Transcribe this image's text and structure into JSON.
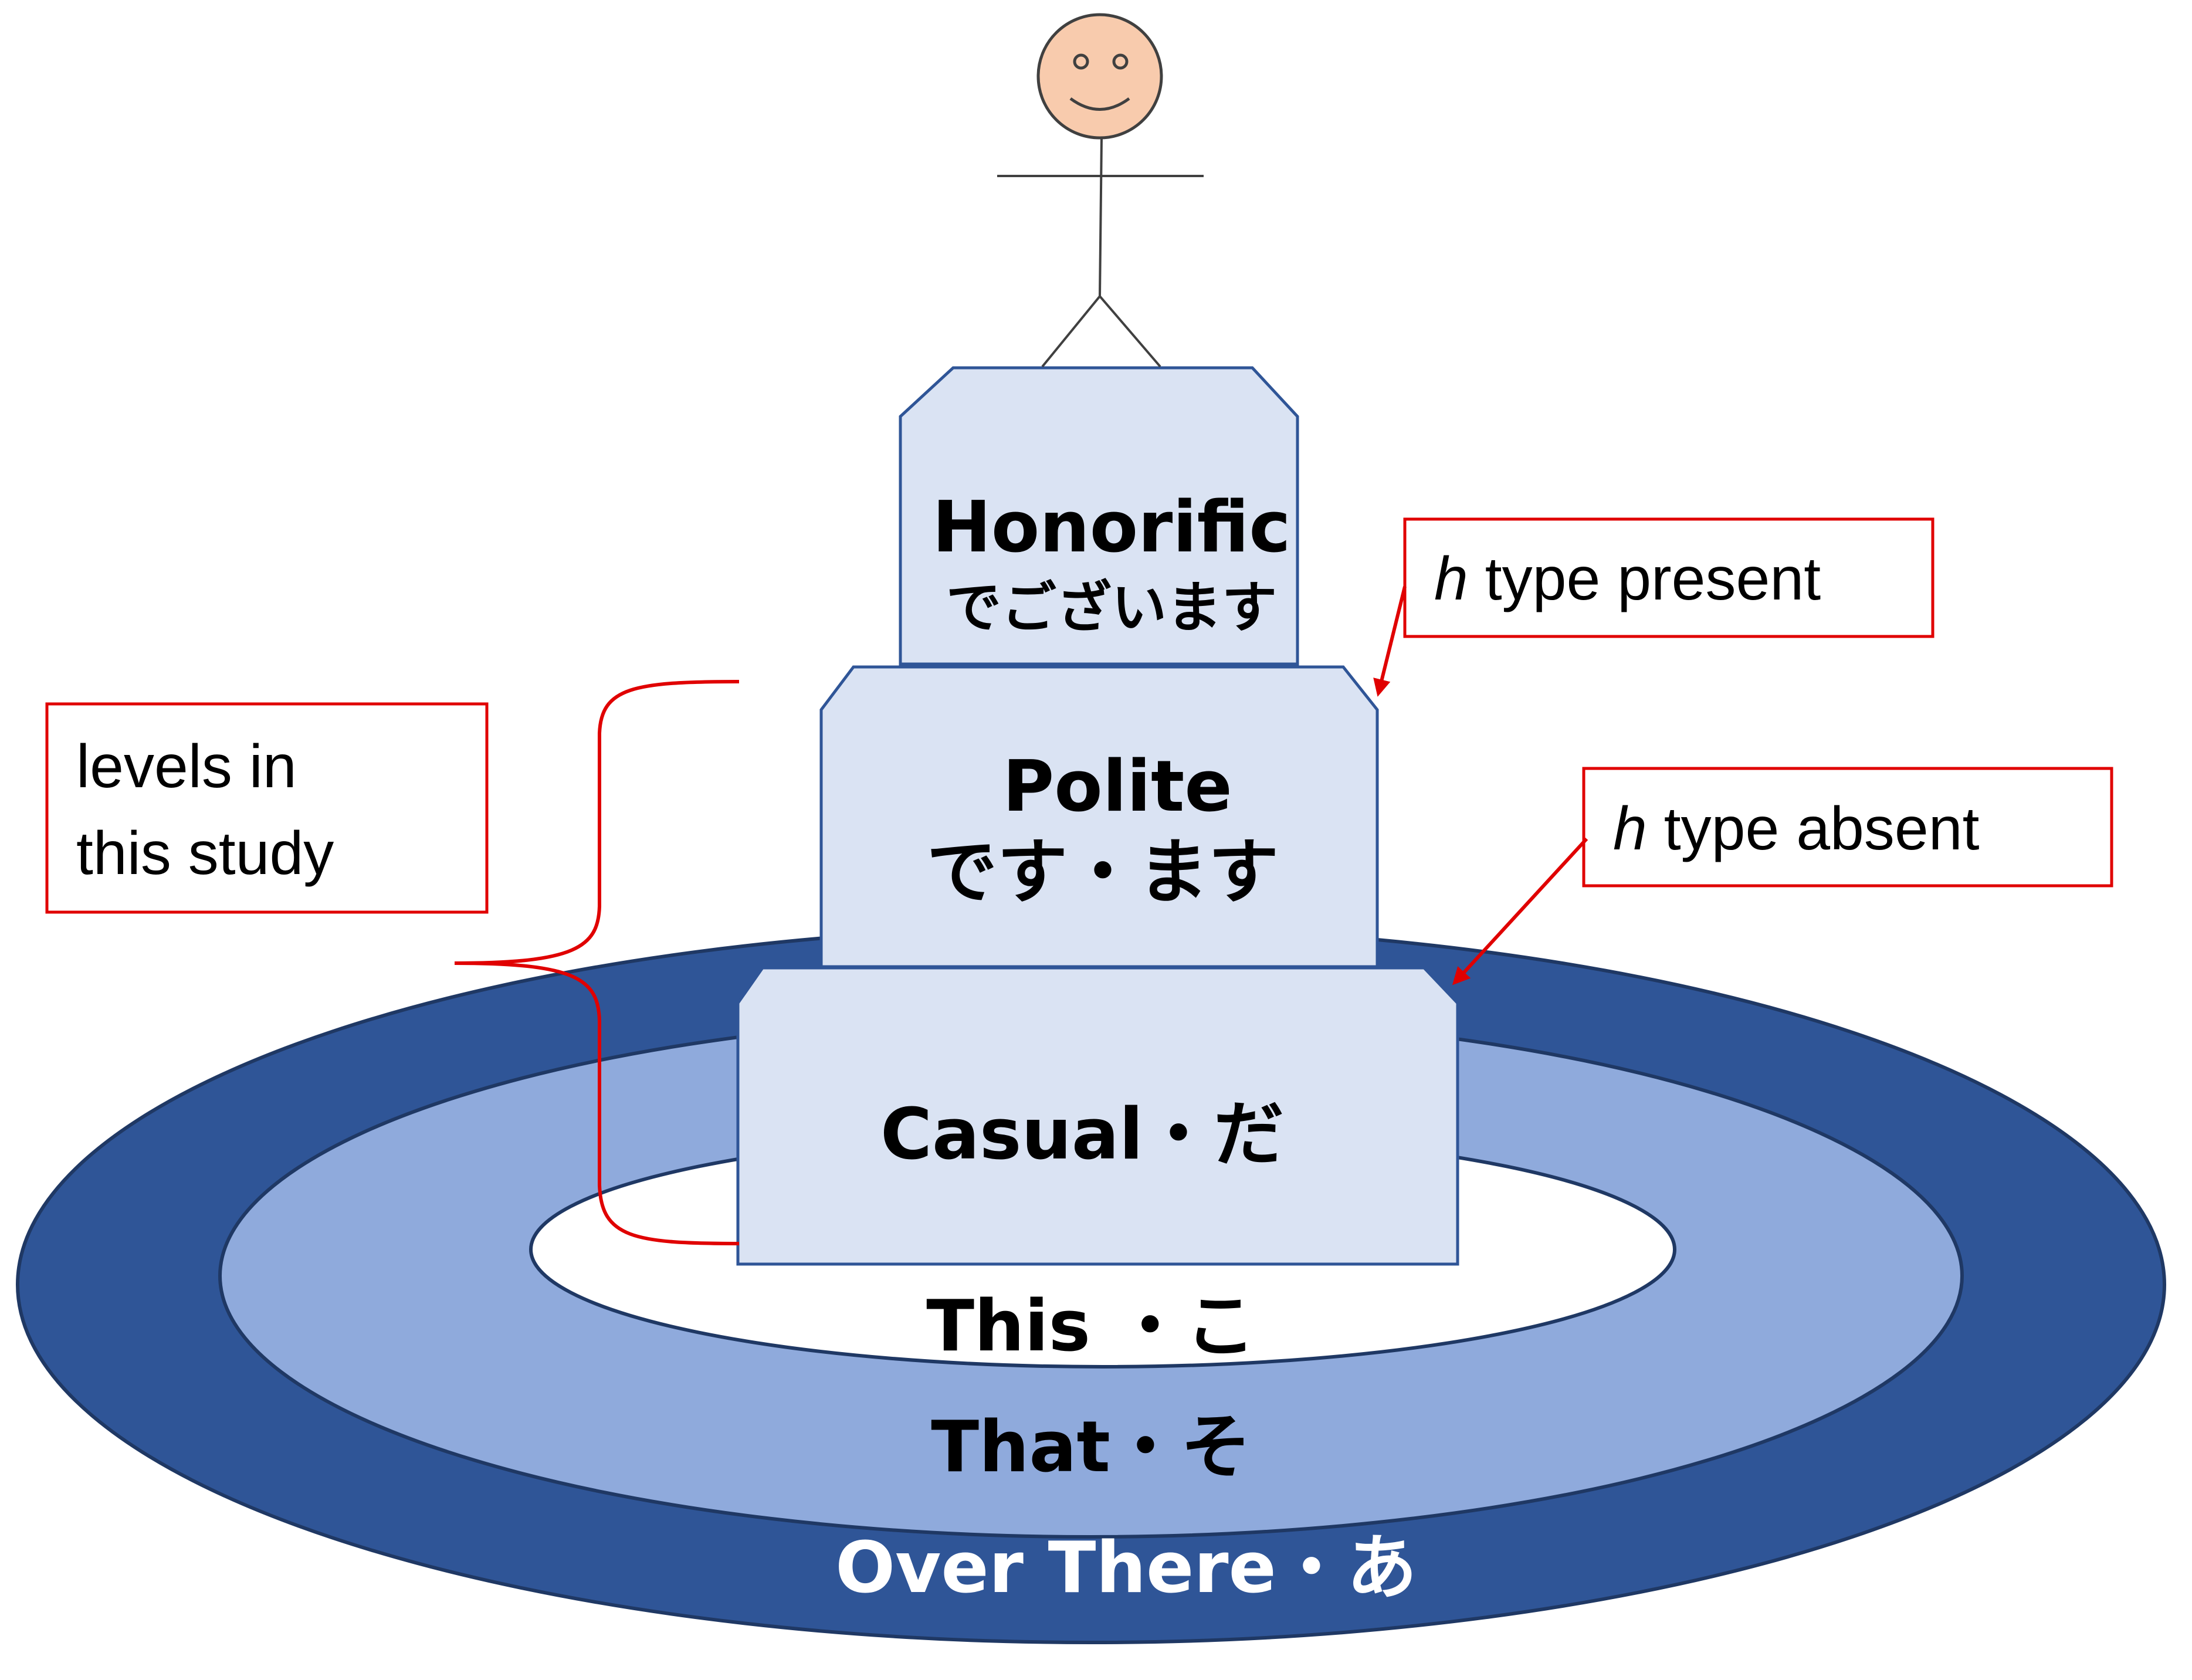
{
  "rings": {
    "inner_label": "This ・こ",
    "middle_label": "That・そ",
    "outer_label": "Over There・あ"
  },
  "tiers": {
    "honorific_title": "Honorific",
    "honorific_sub": "でございます",
    "polite_title": "Polite",
    "polite_sub": "です・ます",
    "casual_title": "Casual・だ"
  },
  "annotations": {
    "levels_line1": "levels in",
    "levels_line2": "this study",
    "present_italic": "h",
    "present_text": " type present",
    "absent_italic": "h",
    "absent_text": " type absent"
  },
  "colors": {
    "outer_ring": "#2F5597",
    "middle_ring": "#8FAADC",
    "inner_ring": "#FFFFFF",
    "tier_fill": "#DAE3F3",
    "tier_stroke": "#2F5597",
    "annotation_red": "#E00000",
    "face_fill": "#F8CBAD"
  },
  "icons": {
    "person": "stick-figure-icon"
  }
}
